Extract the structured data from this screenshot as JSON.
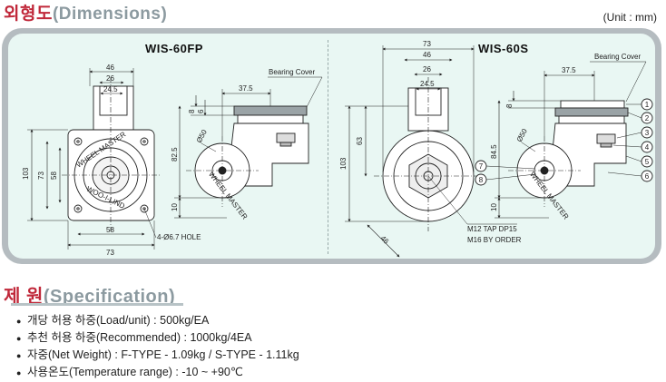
{
  "header": {
    "title_ko": "외형도",
    "title_en": "(Dimensions)",
    "unit": "(Unit : mm)"
  },
  "models": {
    "left": "WIS-60FP",
    "right": "WIS-60S"
  },
  "labels": {
    "bearing_cover_left": "Bearing Cover",
    "bearing_cover_right": "Bearing Cover",
    "hole": "4-Ø6.7 HOLE",
    "tap": "M12 TAP DP15",
    "order": "M16 BY ORDER",
    "wheel_text_1": "WHEEL MASTER",
    "wheel_text_2": "WOO-I-LIND",
    "side_wheel_text": "WHEEL MASTER"
  },
  "dims_left": {
    "top_46": "46",
    "top_26": "26",
    "top_24_5": "24.5",
    "left_103": "103",
    "left_73": "73",
    "left_58": "58",
    "bottom_58": "58",
    "bottom_73": "73",
    "side_37_5": "37.5",
    "side_8": "8",
    "side_6": "6",
    "side_82_5": "82.5",
    "side_10": "10",
    "side_d50": "Ø50"
  },
  "dims_right": {
    "top_73": "73",
    "top_46": "46",
    "top_26": "26",
    "top_24_5": "24.5",
    "left_103": "103",
    "left_63": "63",
    "diag_46": "46",
    "side_37_5": "37.5",
    "side_8": "8",
    "side_d50": "Ø50",
    "side_84_5": "84.5",
    "side_10": "10"
  },
  "callouts": [
    "1",
    "2",
    "3",
    "4",
    "5",
    "6",
    "7",
    "8"
  ],
  "spec": {
    "title_ko": "제 원",
    "title_en": "(Specification)",
    "items": [
      "개당 허용 하중(Load/unit) : 500kg/EA",
      "추천 허용 하중(Recommended) : 1000kg/4EA",
      "자중(Net Weight) : F-TYPE - 1.09kg / S-TYPE - 1.11kg",
      "사용온도(Temperature range) : -10 ~ +90℃"
    ]
  },
  "colors": {
    "title_red": "#c0283a",
    "title_grey": "#8c9aa0",
    "panel_bg": "#e9f7f3",
    "panel_frame": "#b5bcc0"
  }
}
